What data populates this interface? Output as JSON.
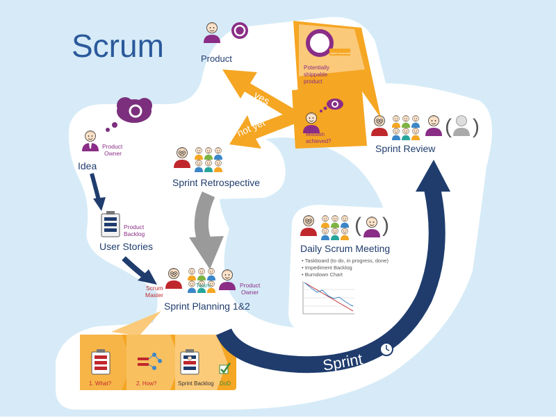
{
  "title": "Scrum",
  "nodes": {
    "idea": "Idea",
    "user_stories": "User Stories",
    "sprint_planning": "Sprint Planning 1&2",
    "sprint_retrospective": "Sprint Retrospective",
    "daily_scrum": "Daily Scrum Meeting",
    "sprint_review": "Sprint Review",
    "product": "Product"
  },
  "roles": {
    "product_owner_l1": "Product",
    "product_owner_l2": "Owner",
    "product_backlog_l1": "Product",
    "product_backlog_l2": "Backlog",
    "scrum_master_l1": "Scrum",
    "scrum_master_l2": "Master",
    "team": "Team"
  },
  "daily_scrum_items": [
    "• Taskboard (to do, in progress, done)",
    "• Impediment Backlog",
    "• Burndown Chart"
  ],
  "decision": {
    "yes": "yes",
    "not_yet": "not yet",
    "mission_l1": "Mission",
    "mission_l2": "achieved?",
    "shippable_l1": "Potentially",
    "shippable_l2": "shippable",
    "shippable_l3": "product",
    "tag": "Sprint Increment"
  },
  "planning_panel": {
    "what": "1. What?",
    "how": "2. How?",
    "sprint_backlog": "Sprint Backlog",
    "dod": "DoD"
  },
  "sprint_label": "Sprint",
  "colors": {
    "background": "#d6ebf7",
    "path": "#ffffff",
    "navy": "#1f3c6d",
    "orange": "#f5a623",
    "orange_light": "#fbc97a",
    "purple": "#8a2d86",
    "grey_arrow": "#9a9a9a",
    "title_blue": "#2b5a9b"
  }
}
